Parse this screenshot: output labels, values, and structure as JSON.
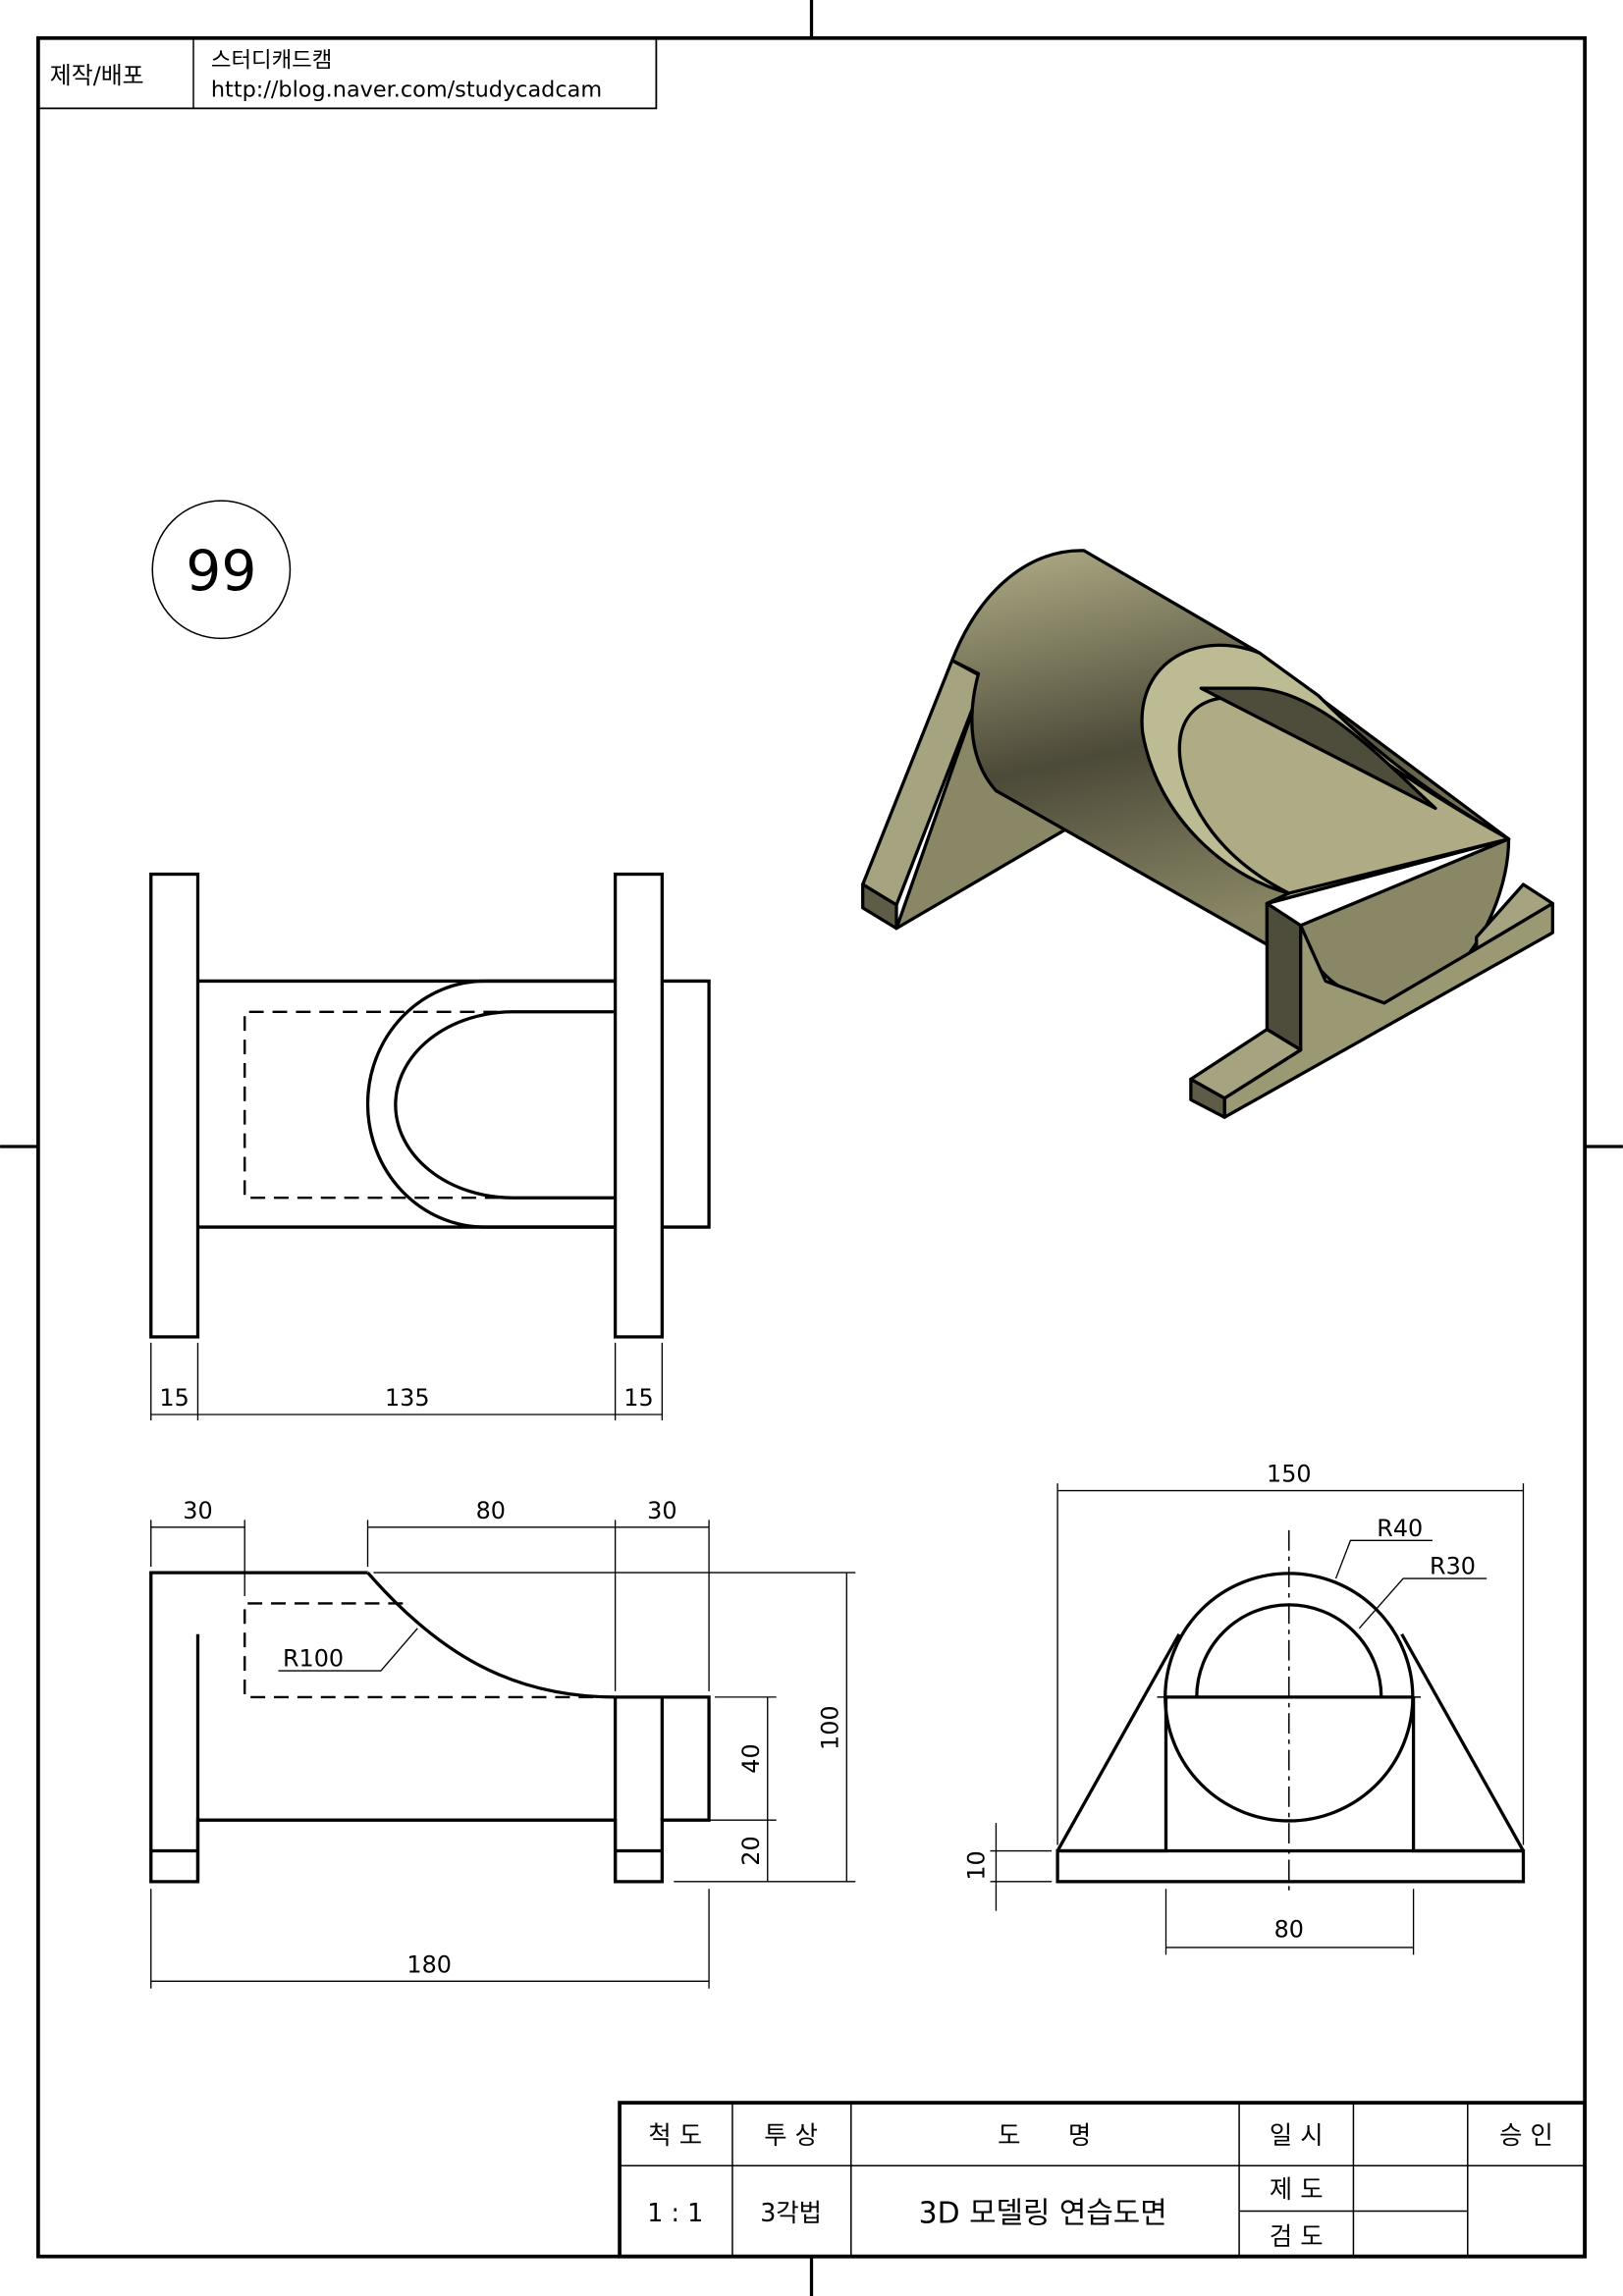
{
  "header": {
    "label": "제작/배포",
    "author": "스터디캐드캠",
    "url": "http://blog.naver.com/studycadcam"
  },
  "drawing_number": "99",
  "dimensions": {
    "top_view": [
      "15",
      "135",
      "15"
    ],
    "front_view": {
      "d30a": "30",
      "d80": "80",
      "d30b": "30",
      "r100": "R100",
      "d40": "40",
      "d20": "20",
      "d100": "100",
      "d180": "180"
    },
    "side_view": {
      "d150": "150",
      "r40": "R40",
      "r30": "R30",
      "d10": "10",
      "d80": "80"
    }
  },
  "title_block": {
    "scale_label": "척 도",
    "projection_label": "투 상",
    "name_label": "도      명",
    "date_label": "일 시",
    "approval_label": "승 인",
    "scale": "1 : 1",
    "projection": "3각법",
    "name": "3D 모델링 연습도면",
    "drawn_label": "제 도",
    "checked_label": "검 도"
  },
  "colors": {
    "model_light": "#b5b28a",
    "model_dark": "#4a4836"
  }
}
